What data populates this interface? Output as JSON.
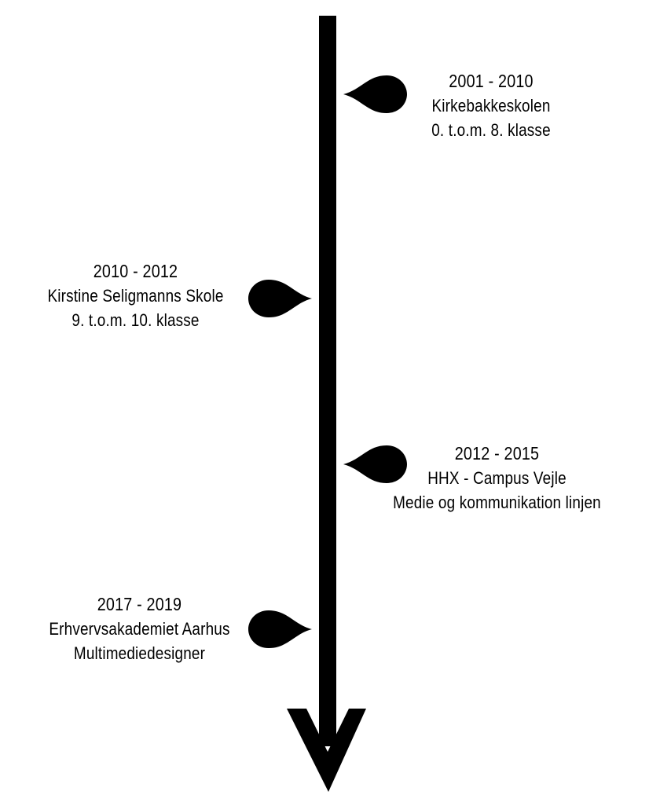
{
  "timeline": {
    "entries": [
      {
        "years": "2001 - 2010",
        "school": "Kirkebakkeskolen",
        "detail": "0. t.o.m. 8. klasse",
        "side": "right"
      },
      {
        "years": "2010 - 2012",
        "school": "Kirstine Seligmanns Skole",
        "detail": "9. t.o.m. 10. klasse",
        "side": "left"
      },
      {
        "years": "2012 - 2015",
        "school": "HHX - Campus Vejle",
        "detail": "Medie og kommunikation linjen",
        "side": "right"
      },
      {
        "years": "2017 - 2019",
        "school": "Erhvervsakademiet Aarhus",
        "detail": "Multimediedesigner",
        "side": "left"
      }
    ],
    "colors": {
      "line": "#000000",
      "marker": "#000000",
      "background": "#ffffff"
    },
    "icons": {
      "marker": "teardrop-pin-icon",
      "end": "arrow-down-icon"
    }
  }
}
